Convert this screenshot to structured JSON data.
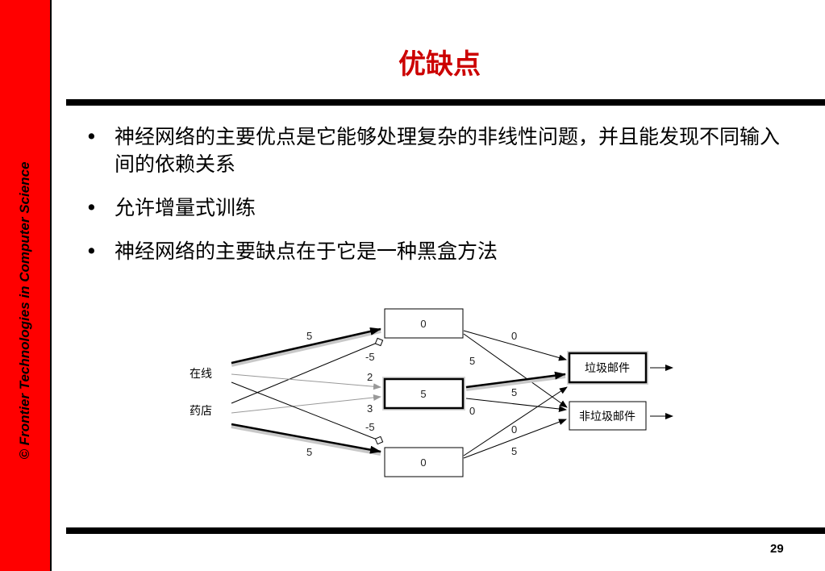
{
  "sidebar": {
    "copyright_text": "© Frontier Technologies in Computer Science"
  },
  "title": "优缺点",
  "bullets": [
    "神经网络的主要优点是它能够处理复杂的非线性问题，并且能发现不同输入间的依赖关系",
    "允许增量式训练",
    "神经网络的主要缺点在于它是一种黑盒方法"
  ],
  "diagram": {
    "inputs": [
      "在线",
      "药店"
    ],
    "hidden_values": [
      "0",
      "5",
      "0"
    ],
    "outputs": [
      "垃圾邮件",
      "非垃圾邮件"
    ],
    "input_weights": {
      "online_to_h1": "5",
      "pharmacy_to_h1": "-5",
      "online_to_h2": "2",
      "pharmacy_to_h2": "3",
      "online_to_h3": "-5",
      "pharmacy_to_h3": "5"
    },
    "output_weights": {
      "h1_to_spam": "0",
      "h1_to_notspam": "5",
      "h2_to_spam": "5",
      "h2_to_notspam": "0",
      "h3_to_spam": "0",
      "h3_to_notspam": "5"
    }
  },
  "page_number": "29"
}
